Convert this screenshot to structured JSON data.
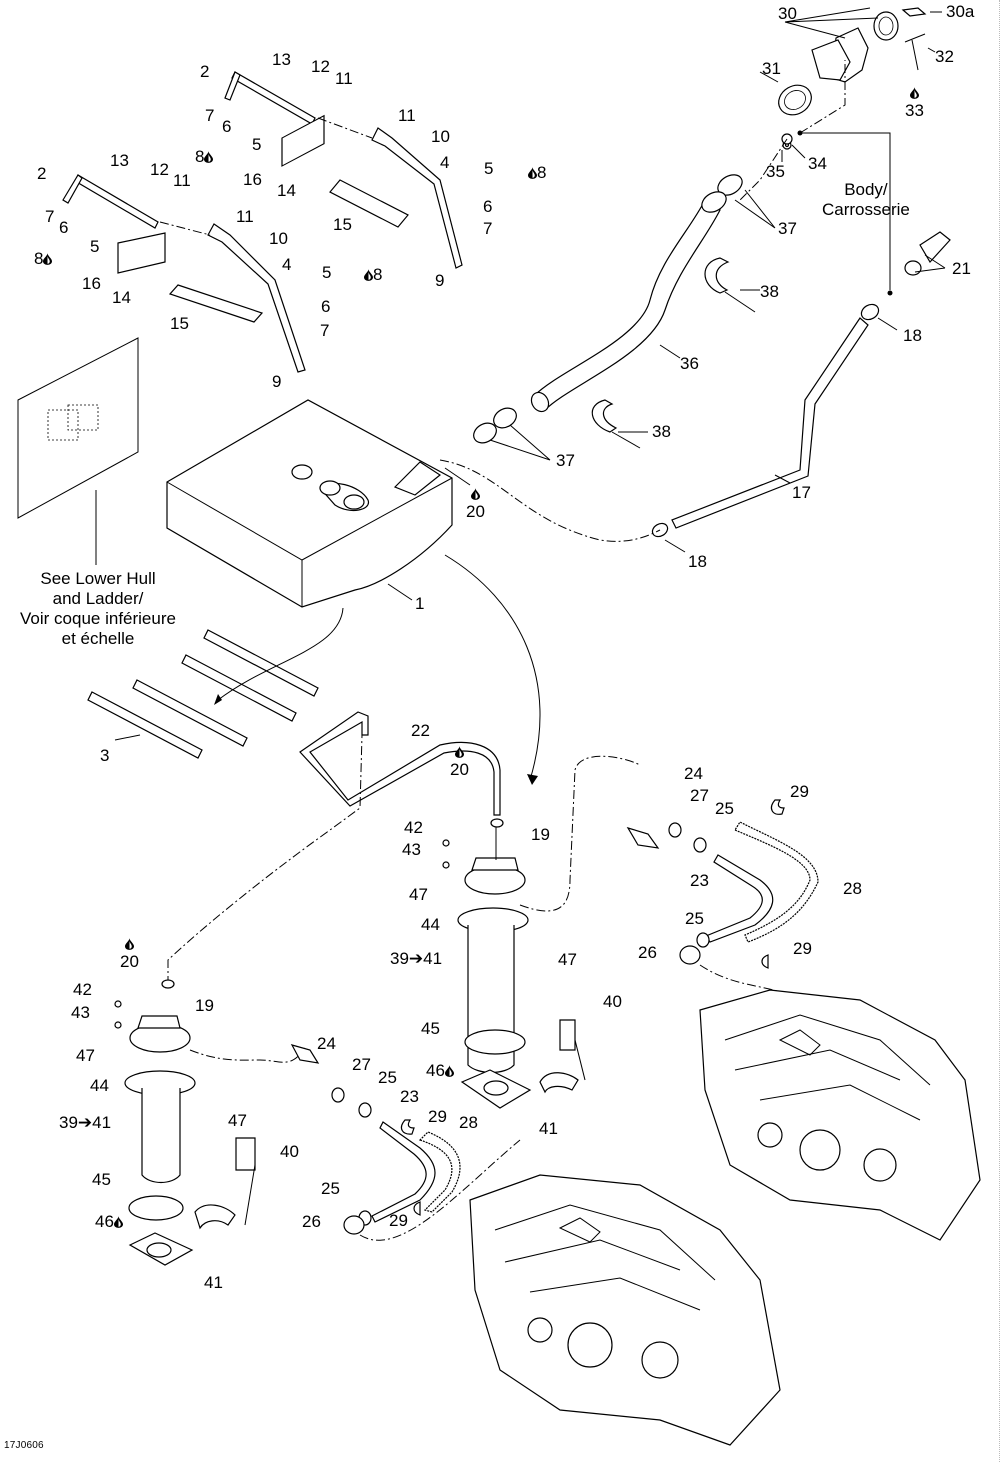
{
  "diagram": {
    "type": "exploded-parts-diagram",
    "subject": "Fuel system (fuel tank, filler neck, fuel pumps, engines)",
    "drawing_code": "17J0606",
    "notes": {
      "body": [
        "Body/",
        "Carrosserie"
      ],
      "hull": [
        "See Lower Hull",
        "and Ladder/",
        "Voir coque inférieure",
        "et échelle"
      ]
    },
    "legend": {
      "drop_icon": "loctite-drop-icon",
      "arrow_range_icon": "right-arrow-icon"
    },
    "callouts": [
      {
        "id": "c30",
        "text": "30"
      },
      {
        "id": "c30a",
        "text": "30a"
      },
      {
        "id": "c31",
        "text": "31"
      },
      {
        "id": "c32",
        "text": "32"
      },
      {
        "id": "c33",
        "text": "33",
        "drop": true
      },
      {
        "id": "c34",
        "text": "34"
      },
      {
        "id": "c35",
        "text": "35"
      },
      {
        "id": "c37a",
        "text": "37"
      },
      {
        "id": "c38a",
        "text": "38"
      },
      {
        "id": "c36",
        "text": "36"
      },
      {
        "id": "c21",
        "text": "21"
      },
      {
        "id": "c18a",
        "text": "18"
      },
      {
        "id": "c37b",
        "text": "37"
      },
      {
        "id": "c38b",
        "text": "38"
      },
      {
        "id": "c17",
        "text": "17"
      },
      {
        "id": "c18b",
        "text": "18"
      },
      {
        "id": "c20a",
        "text": "20",
        "drop": true
      },
      {
        "id": "c1",
        "text": "1"
      },
      {
        "id": "c3",
        "text": "3"
      },
      {
        "id": "c2a",
        "text": "2"
      },
      {
        "id": "c13a",
        "text": "13"
      },
      {
        "id": "c12a",
        "text": "12"
      },
      {
        "id": "c11a",
        "text": "11"
      },
      {
        "id": "c7a",
        "text": "7"
      },
      {
        "id": "c6a",
        "text": "6"
      },
      {
        "id": "c5a",
        "text": "5"
      },
      {
        "id": "c8a",
        "text": "8",
        "drop": true
      },
      {
        "id": "c11b",
        "text": "11"
      },
      {
        "id": "c10a",
        "text": "10"
      },
      {
        "id": "c4a",
        "text": "4"
      },
      {
        "id": "c16a",
        "text": "16"
      },
      {
        "id": "c14a",
        "text": "14"
      },
      {
        "id": "c15a",
        "text": "15"
      },
      {
        "id": "c5b",
        "text": "5"
      },
      {
        "id": "c8b",
        "text": "8",
        "drop": true
      },
      {
        "id": "c6b",
        "text": "6"
      },
      {
        "id": "c7b",
        "text": "7"
      },
      {
        "id": "c9a",
        "text": "9"
      },
      {
        "id": "c2b",
        "text": "2"
      },
      {
        "id": "c13b",
        "text": "13"
      },
      {
        "id": "c12b",
        "text": "12"
      },
      {
        "id": "c11c",
        "text": "11"
      },
      {
        "id": "c7c",
        "text": "7"
      },
      {
        "id": "c6c",
        "text": "6"
      },
      {
        "id": "c5c",
        "text": "5"
      },
      {
        "id": "c8c",
        "text": "8",
        "drop": true
      },
      {
        "id": "c11d",
        "text": "11"
      },
      {
        "id": "c10b",
        "text": "10"
      },
      {
        "id": "c4b",
        "text": "4"
      },
      {
        "id": "c16b",
        "text": "16"
      },
      {
        "id": "c14b",
        "text": "14"
      },
      {
        "id": "c15b",
        "text": "15"
      },
      {
        "id": "c5d",
        "text": "5"
      },
      {
        "id": "c8d",
        "text": "8",
        "drop": true
      },
      {
        "id": "c6d",
        "text": "6"
      },
      {
        "id": "c7d",
        "text": "7"
      },
      {
        "id": "c9b",
        "text": "9"
      },
      {
        "id": "c22",
        "text": "22"
      },
      {
        "id": "c20b",
        "text": "20",
        "drop": true
      },
      {
        "id": "c19a",
        "text": "19"
      },
      {
        "id": "c42a",
        "text": "42"
      },
      {
        "id": "c43a",
        "text": "43"
      },
      {
        "id": "c47a",
        "text": "47"
      },
      {
        "id": "c44a",
        "text": "44"
      },
      {
        "id": "c3941a",
        "text": "39➔41"
      },
      {
        "id": "c47b",
        "text": "47"
      },
      {
        "id": "c40a",
        "text": "40"
      },
      {
        "id": "c45a",
        "text": "45"
      },
      {
        "id": "c46a",
        "text": "46",
        "drop": true
      },
      {
        "id": "c41a",
        "text": "41"
      },
      {
        "id": "c24a",
        "text": "24"
      },
      {
        "id": "c27a",
        "text": "27"
      },
      {
        "id": "c25a",
        "text": "25"
      },
      {
        "id": "c29a",
        "text": "29"
      },
      {
        "id": "c23a",
        "text": "23"
      },
      {
        "id": "c28a",
        "text": "28"
      },
      {
        "id": "c25b",
        "text": "25"
      },
      {
        "id": "c26a",
        "text": "26"
      },
      {
        "id": "c29b",
        "text": "29"
      },
      {
        "id": "c20c",
        "text": "20",
        "drop": true
      },
      {
        "id": "c19b",
        "text": "19"
      },
      {
        "id": "c42b",
        "text": "42"
      },
      {
        "id": "c43b",
        "text": "43"
      },
      {
        "id": "c47c",
        "text": "47"
      },
      {
        "id": "c44b",
        "text": "44"
      },
      {
        "id": "c3941b",
        "text": "39➔41"
      },
      {
        "id": "c47d",
        "text": "47"
      },
      {
        "id": "c40b",
        "text": "40"
      },
      {
        "id": "c45b",
        "text": "45"
      },
      {
        "id": "c46b",
        "text": "46",
        "drop": true
      },
      {
        "id": "c41b",
        "text": "41"
      },
      {
        "id": "c24b",
        "text": "24"
      },
      {
        "id": "c27b",
        "text": "27"
      },
      {
        "id": "c25c",
        "text": "25"
      },
      {
        "id": "c23b",
        "text": "23"
      },
      {
        "id": "c29c",
        "text": "29"
      },
      {
        "id": "c28b",
        "text": "28"
      },
      {
        "id": "c25d",
        "text": "25"
      },
      {
        "id": "c26b",
        "text": "26"
      },
      {
        "id": "c29d",
        "text": "29"
      }
    ]
  }
}
